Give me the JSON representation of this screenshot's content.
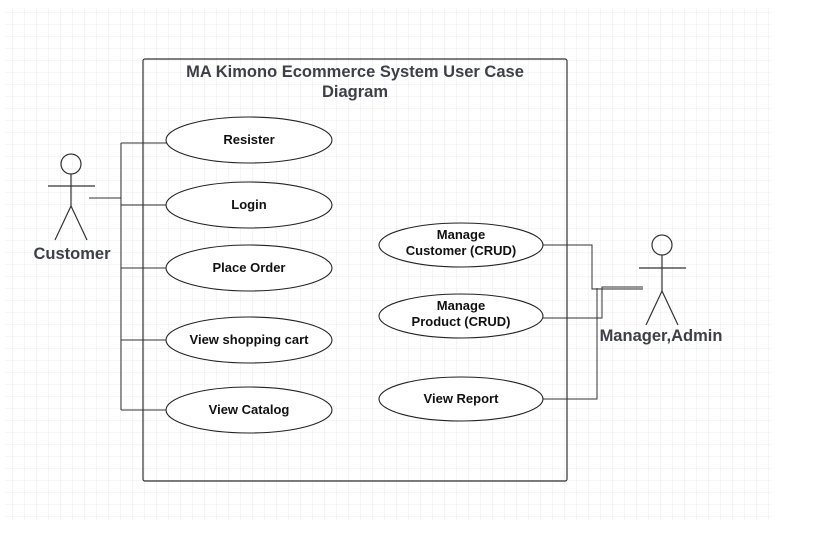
{
  "diagram": {
    "title_line1": "MA Kimono Ecommerce System User Case",
    "title_line2": "Diagram"
  },
  "actors": {
    "customer": "Customer",
    "manager_admin": "Manager,Admin"
  },
  "use_cases": {
    "register": "Resister",
    "login": "Login",
    "place_order": "Place Order",
    "view_shopping_cart": "View shopping cart",
    "view_catalog": "View Catalog",
    "manage_customer_line1": "Manage",
    "manage_customer_line2": "Customer (CRUD)",
    "manage_product_line1": "Manage",
    "manage_product_line2": "Product (CRUD)",
    "view_report": "View Report"
  }
}
